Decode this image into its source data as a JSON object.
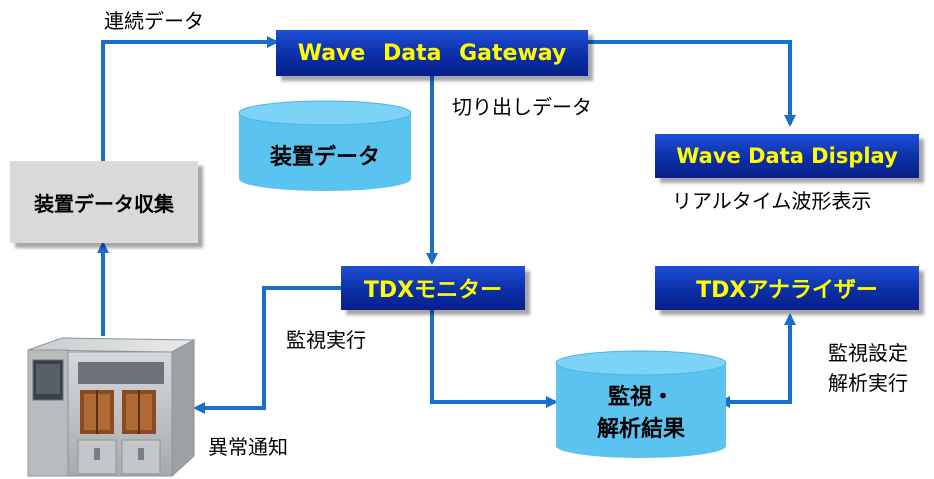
{
  "nodes": {
    "gateway": "Wave Data Gateway",
    "display": "Wave Data Display",
    "monitor": "TDXモニター",
    "analyzer": "TDXアナライザー",
    "collector": "装置データ収集",
    "device_data": "装置データ",
    "results_line1": "監視・",
    "results_line2": "解析結果"
  },
  "labels": {
    "continuous_data": "連続データ",
    "extracted_data": "切り出しデータ",
    "realtime_waveform": "リアルタイム波形表示",
    "monitor_exec": "監視実行",
    "anomaly_notify": "異常通知",
    "monitor_setting": "監視設定",
    "analysis_exec": "解析実行"
  },
  "colors": {
    "box_blue": "#0b2fa6",
    "box_text": "#ffff00",
    "arrow": "#1a6fc9",
    "cylinder": "#5bc3ef",
    "gray_box": "#d9d9d9"
  }
}
